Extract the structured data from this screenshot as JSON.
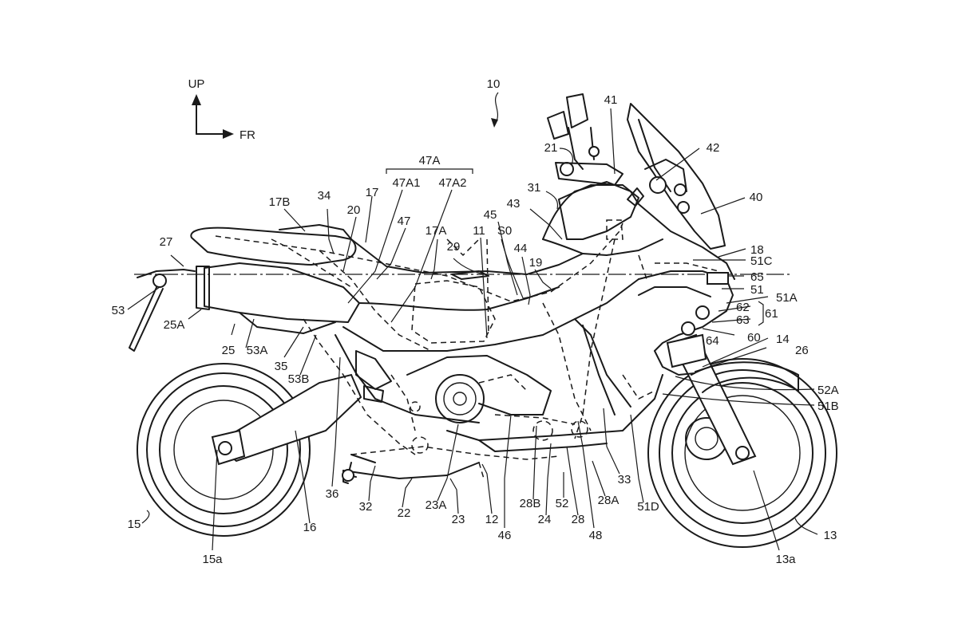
{
  "figure": {
    "reference_numeral": "10",
    "direction_up": "UP",
    "direction_forward": "FR",
    "group_label": "47A"
  },
  "labels": {
    "l10": "10",
    "l41": "41",
    "l21": "21",
    "l42": "42",
    "l47A1": "47A1",
    "l47A2": "47A2",
    "l31": "31",
    "l40": "40",
    "l17B": "17B",
    "l34": "34",
    "l17": "17",
    "l20": "20",
    "l43": "43",
    "l45": "45",
    "l17A": "17A",
    "l29": "29",
    "l11": "11",
    "l50": "S0",
    "l44": "44",
    "l27": "27",
    "l47": "47",
    "l19": "19",
    "l18": "18",
    "l51C": "51C",
    "l65": "65",
    "l51": "51",
    "l51A": "51A",
    "l53": "53",
    "l62": "62",
    "l61": "61",
    "l63": "63",
    "l25A": "25A",
    "l25": "25",
    "l53A": "53A",
    "l60": "60",
    "l64": "64",
    "l14": "14",
    "l26": "26",
    "l35": "35",
    "l53B": "53B",
    "l52A": "52A",
    "l51B": "51B",
    "l33": "33",
    "l36": "36",
    "l32": "32",
    "l22": "22",
    "l23A": "23A",
    "l28B": "28B",
    "l28A": "28A",
    "l51D": "51D",
    "l12": "12",
    "l23": "23",
    "l24": "24",
    "l28": "28",
    "l52": "52",
    "l15": "15",
    "l16": "16",
    "l46": "46",
    "l48": "48",
    "l13": "13",
    "l15a": "15a",
    "l13a": "13a"
  }
}
